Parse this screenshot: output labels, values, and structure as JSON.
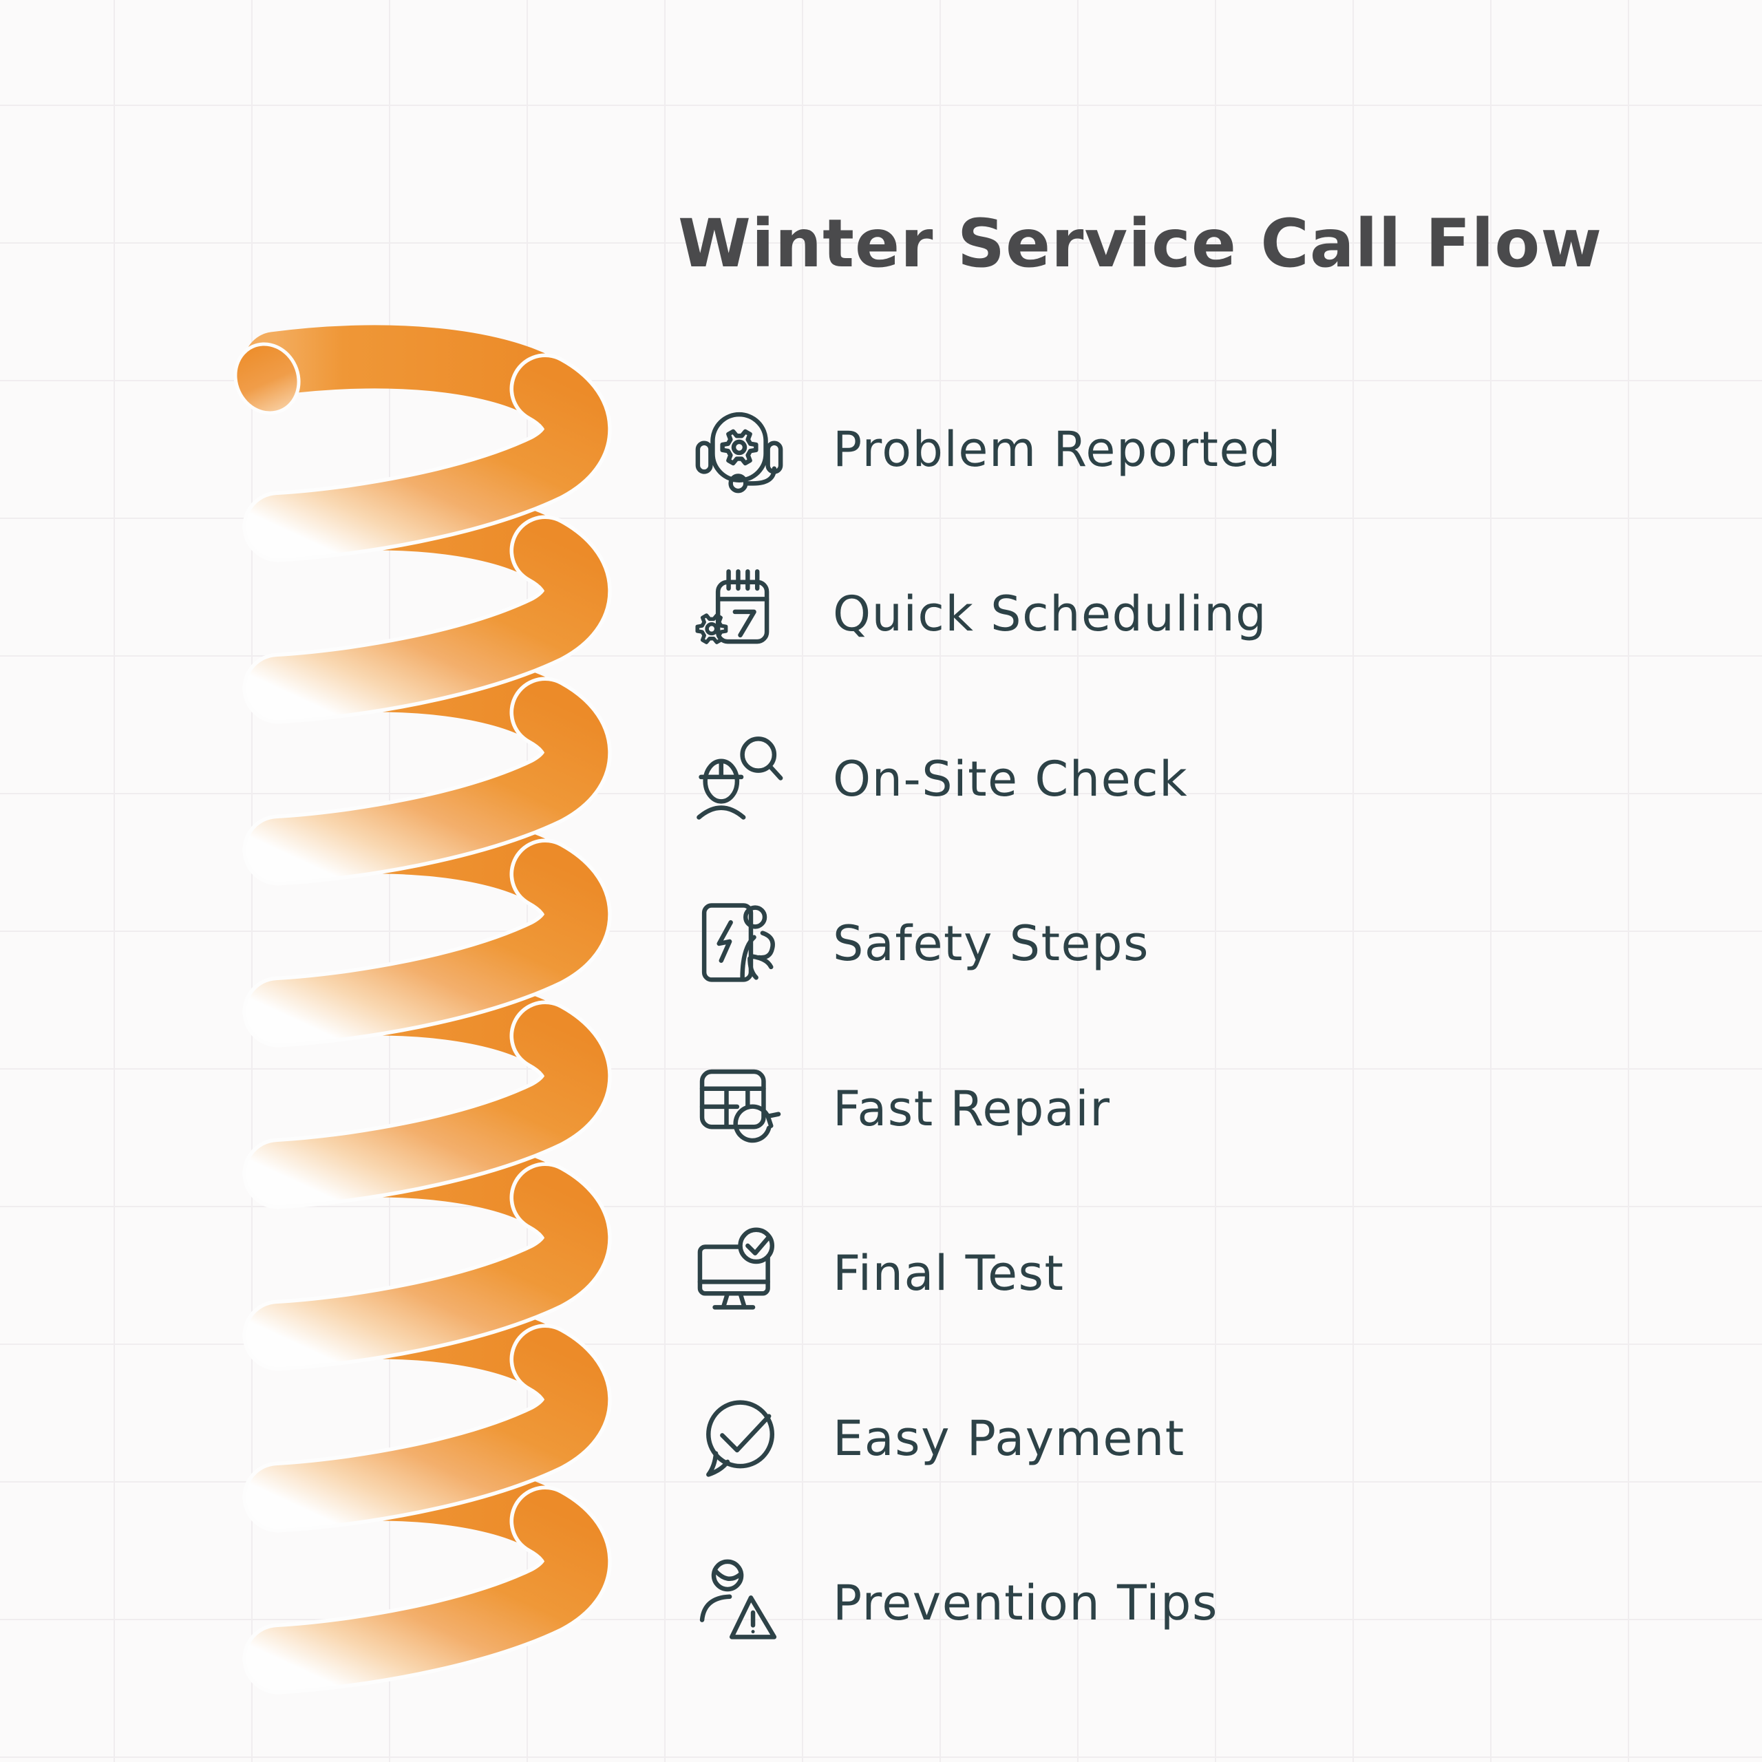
{
  "title": "Winter Service Call Flow",
  "steps": [
    {
      "label": "Problem Reported",
      "icon": "headset-gear-icon"
    },
    {
      "label": "Quick Scheduling",
      "icon": "calendar-gear-icon"
    },
    {
      "label": "On-Site Check",
      "icon": "technician-magnifier-icon"
    },
    {
      "label": "Safety Steps",
      "icon": "safety-document-person-icon"
    },
    {
      "label": "Fast Repair",
      "icon": "parts-grid-refresh-icon"
    },
    {
      "label": "Final Test",
      "icon": "monitor-check-icon"
    },
    {
      "label": "Easy Payment",
      "icon": "chat-check-icon"
    },
    {
      "label": "Prevention Tips",
      "icon": "person-warning-icon"
    }
  ],
  "spiral": {
    "shape": "coil-spring",
    "turns": 8,
    "color": "#EE9130"
  },
  "colors": {
    "accent_orange": "#EE9130",
    "accent_orange_dark": "#EC8B29",
    "accent_orange_light": "#F3AC5E",
    "step_text": "#2D4247",
    "title_text": "#4A4A4C",
    "background": "#FBFAFA",
    "grid_line": "#F0EDEF"
  }
}
